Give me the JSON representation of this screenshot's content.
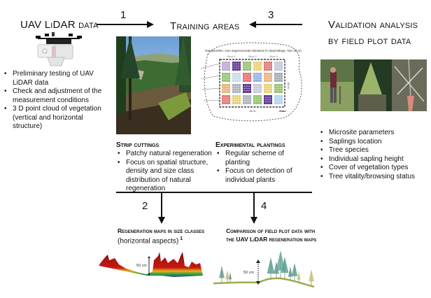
{
  "headings": {
    "uav": "UAV LiDAR data",
    "training": "Training areas",
    "validation_line1": "Validation analysis",
    "validation_line2": "by field plot data"
  },
  "arrows": {
    "step1": "1",
    "step2": "2",
    "step3": "3",
    "step4": "4"
  },
  "uav_list": [
    "Preliminary testing of UAV LiDAR data",
    "Check and adjustment of the measurement conditions",
    "3 D point cloud of vegetation (vertical and horizontal structure)"
  ],
  "strip_cuttings": {
    "title": "Strip cuttings",
    "items": [
      "Patchy natural regeneration",
      "Focus on spatial structure, density and size class distribution of natural regeneration"
    ]
  },
  "experimental_plantings": {
    "title": "Experimental plantings",
    "items": [
      "Regular scheme of planting",
      "Focus on detection of individual plants"
    ]
  },
  "plot_scheme": {
    "caption": "Randstreifen: zum angrenzenden Bestand (½ Baumlänge, hier 20 m)",
    "blocks": [
      "Block 1",
      "Block 2",
      "Block 3"
    ],
    "width_label": "82 m",
    "height_label": "54 m",
    "fence_label": "Zaun"
  },
  "validation_list": [
    "Microsite parameters",
    "Saplings location",
    "Tree species",
    "Individual sapling height",
    "Cover of vegetation types",
    "Tree vitality/browsing status"
  ],
  "outputs": {
    "regen_maps_title": "Regeneration maps in size classes",
    "regen_maps_sub": "(horizontal aspects)",
    "regen_maps_sup": "1",
    "comparison_line1": "Comparison of field plot data with",
    "comparison_line2": "the UAV LiDAR regeneration maps"
  },
  "profiles": {
    "lidar_scale": "50 cm",
    "schematic_scale": "50 cm"
  },
  "colors": {
    "text": "#111111",
    "arrow": "#111111",
    "lidar_red": "#b01010",
    "lidar_yellow": "#e8d020",
    "lidar_green": "#3aa83a",
    "lidar_blue": "#1f3fa8",
    "ground_green": "#9aae4a",
    "tree_teal": "#5f9f94"
  }
}
